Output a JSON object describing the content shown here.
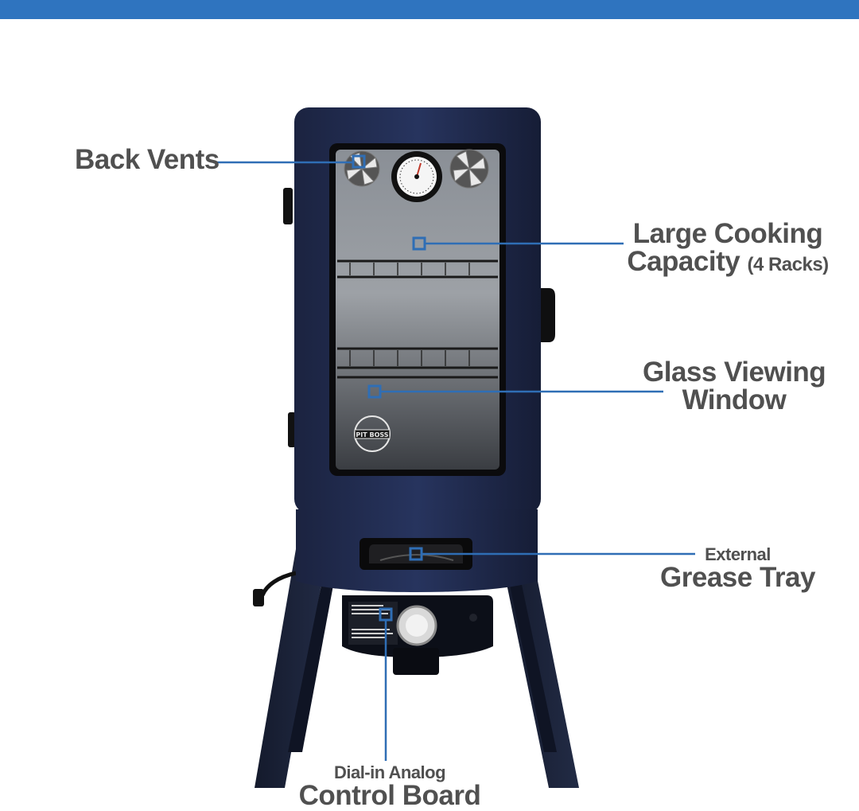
{
  "colors": {
    "accent": "#2f6eb5",
    "label_text": "#505050",
    "smoker_body": "#1f2a4a"
  },
  "callouts": {
    "back_vents": {
      "text": "Back Vents"
    },
    "cooking_capacity": {
      "line1": "Large Cooking",
      "line2": "Capacity",
      "line2_suffix": "(4 Racks)"
    },
    "glass_window": {
      "line1": "Glass Viewing",
      "line2": "Window"
    },
    "grease_tray": {
      "line1": "External",
      "line2": "Grease Tray"
    },
    "control_board": {
      "line1": "Dial-in Analog",
      "line2": "Control Board"
    }
  },
  "product": {
    "logo_text": "PIT BOSS"
  }
}
